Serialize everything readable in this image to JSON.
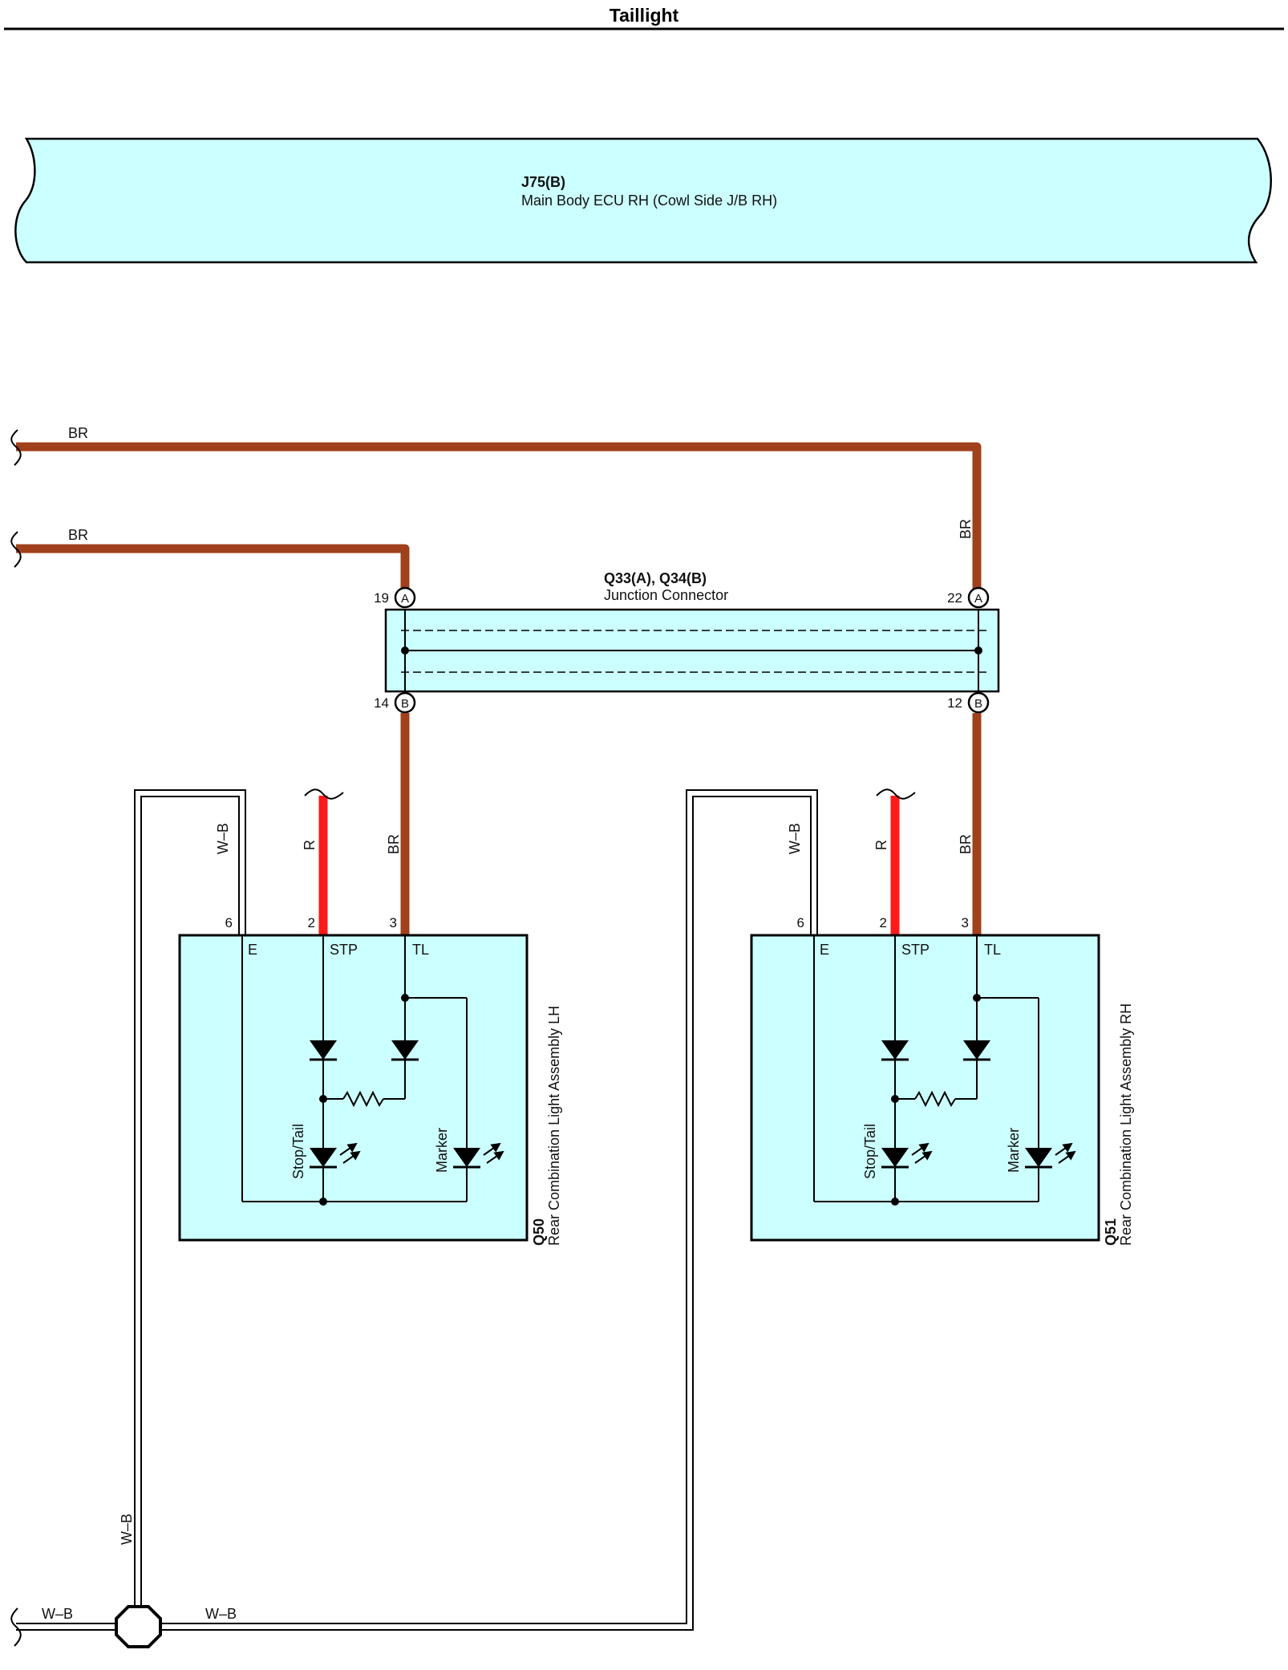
{
  "page": {
    "title": "Taillight"
  },
  "colors": {
    "box_fill": "#ccffff",
    "wire_br": "#a0401c",
    "wire_r": "#ff1a1a",
    "wire_wb": "#ffffff",
    "line": "#000000"
  },
  "ecu": {
    "code": "J75(B)",
    "name": "Main Body ECU RH (Cowl Side J/B RH)"
  },
  "junction": {
    "code": "Q33(A), Q34(B)",
    "name": "Junction Connector",
    "pins": [
      {
        "num": "19",
        "conn": "A"
      },
      {
        "num": "22",
        "conn": "A"
      },
      {
        "num": "14",
        "conn": "B"
      },
      {
        "num": "12",
        "conn": "B"
      }
    ]
  },
  "wires": {
    "br": "BR",
    "r": "R",
    "wb": "W–B"
  },
  "lights": [
    {
      "code": "Q50",
      "name": "Rear Combination Light Assembly LH",
      "pins": [
        {
          "num": "6",
          "label": "E"
        },
        {
          "num": "2",
          "label": "STP"
        },
        {
          "num": "3",
          "label": "TL"
        }
      ],
      "lamp_stop": "Stop/Tail",
      "lamp_marker": "Marker"
    },
    {
      "code": "Q51",
      "name": "Rear Combination Light Assembly RH",
      "pins": [
        {
          "num": "6",
          "label": "E"
        },
        {
          "num": "2",
          "label": "STP"
        },
        {
          "num": "3",
          "label": "TL"
        }
      ],
      "lamp_stop": "Stop/Tail",
      "lamp_marker": "Marker"
    }
  ]
}
